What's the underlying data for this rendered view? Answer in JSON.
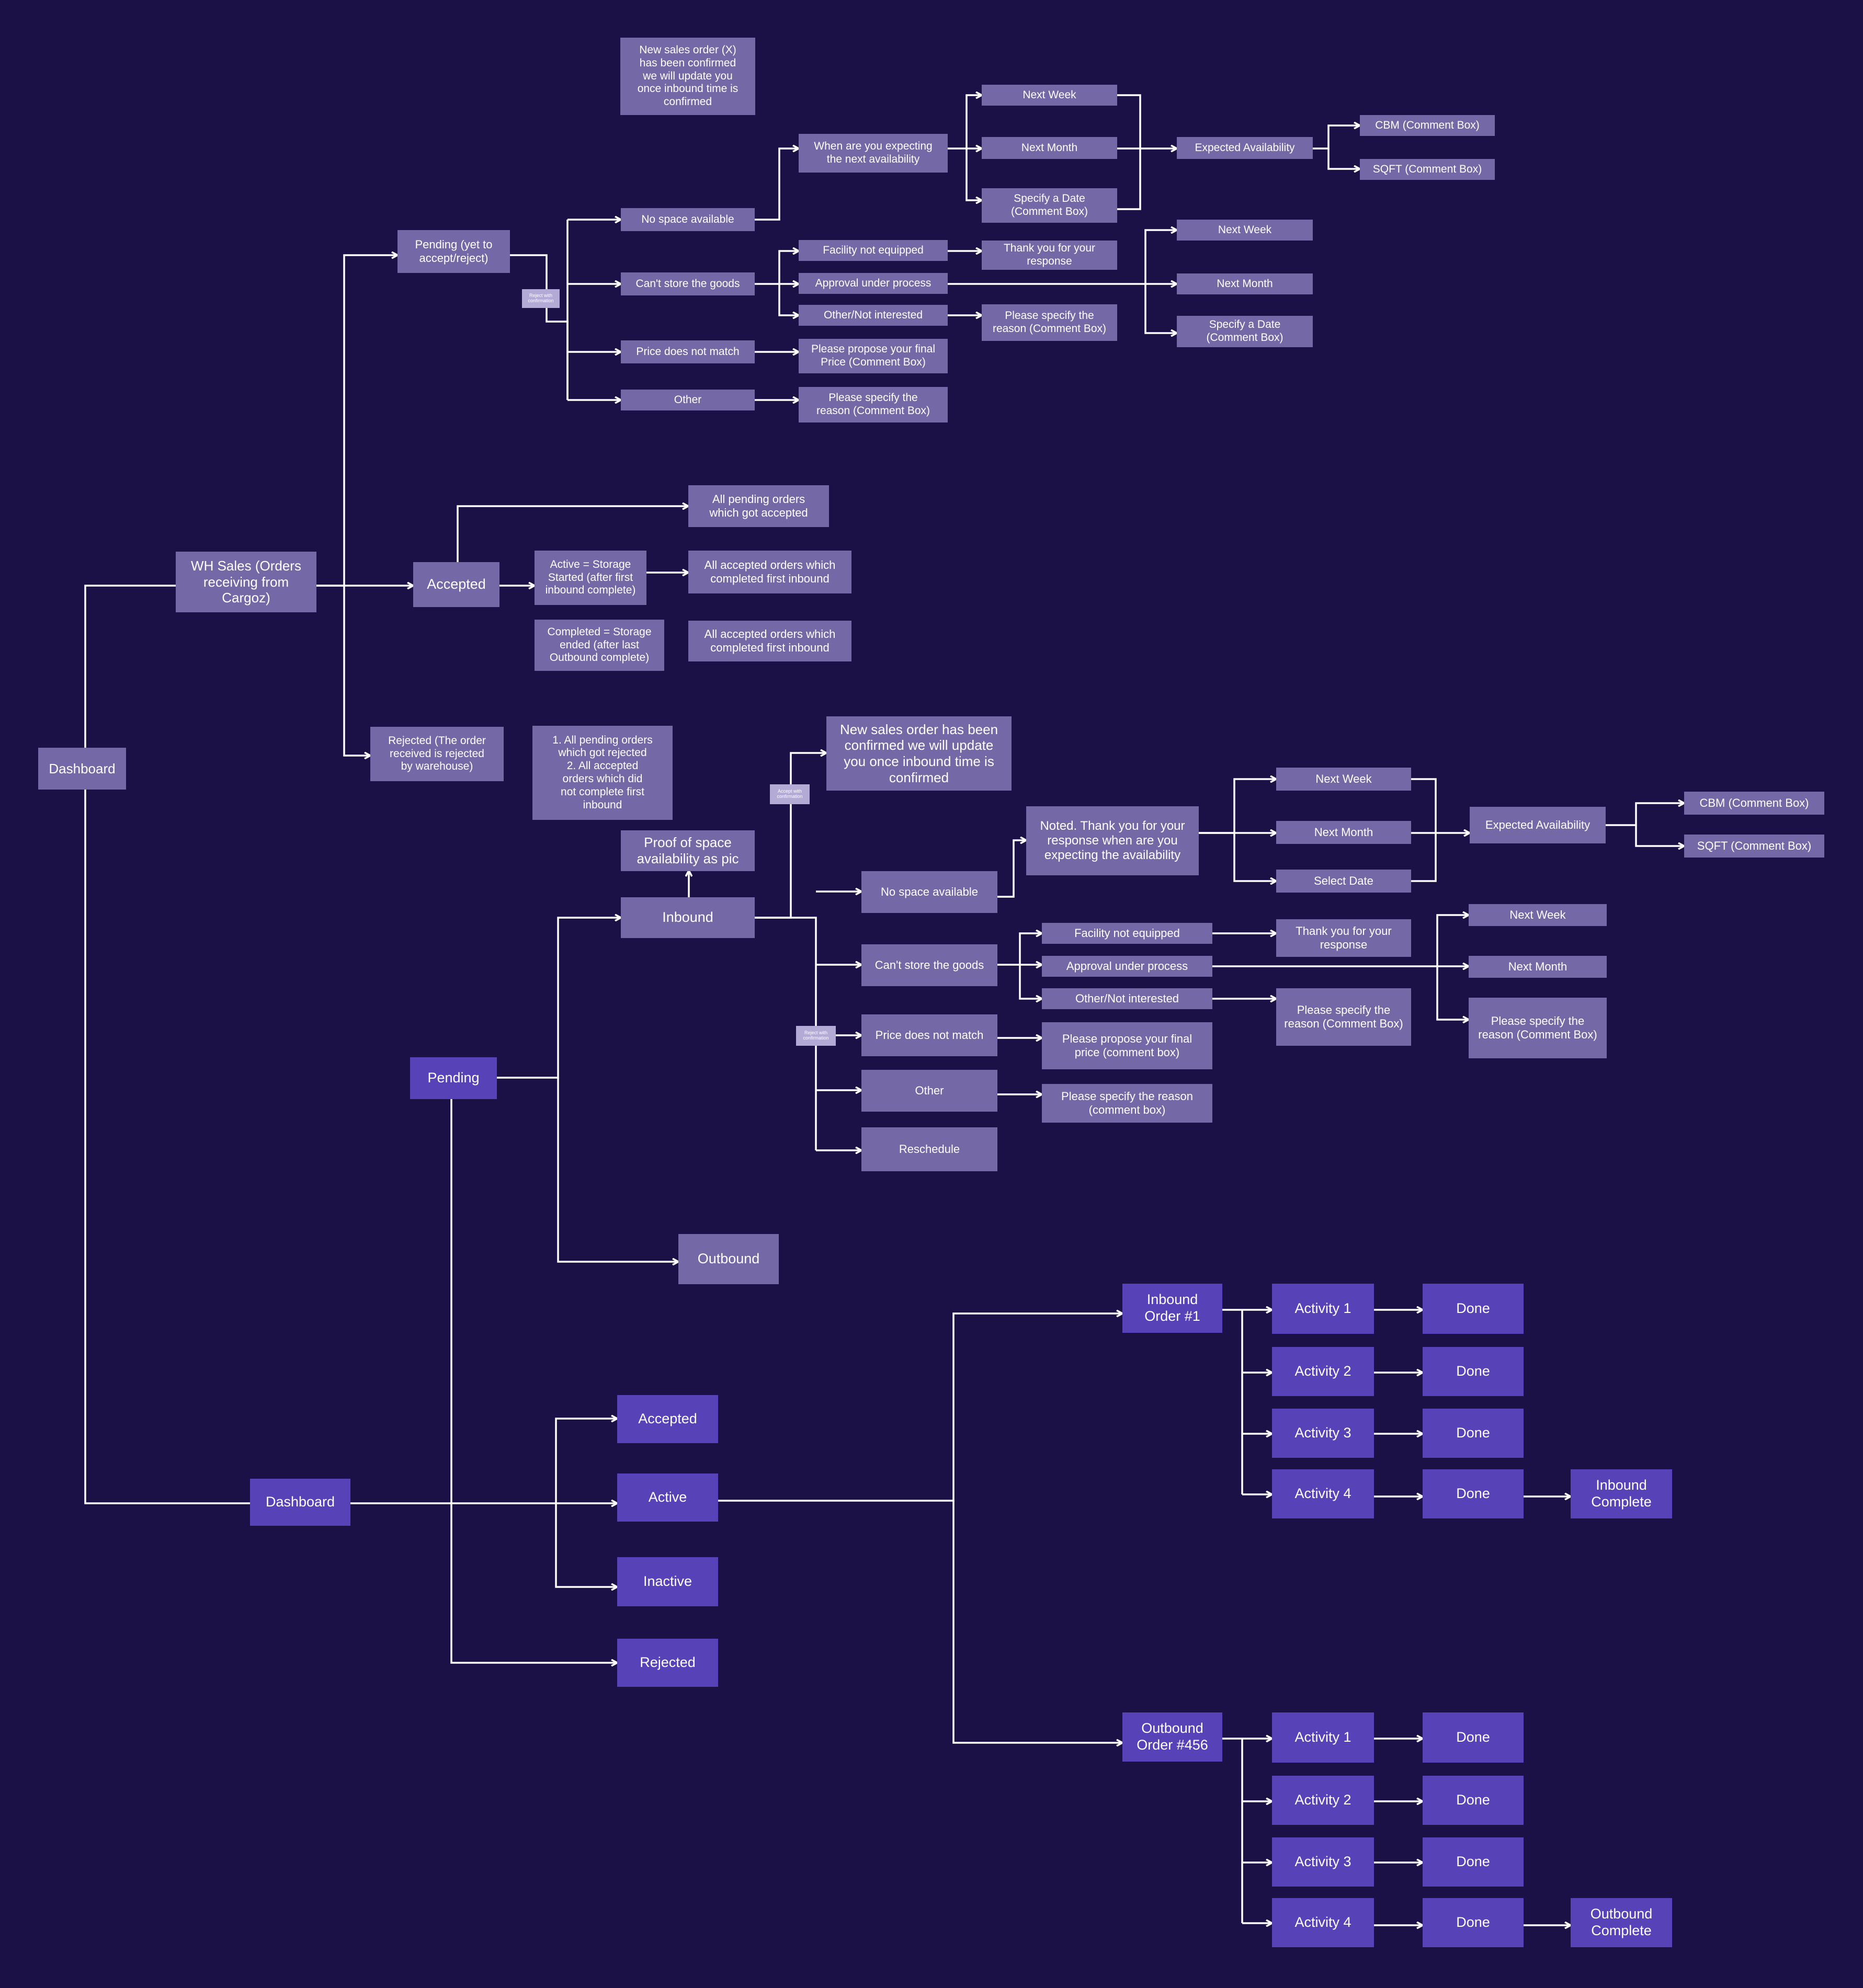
{
  "colors": {
    "background": "#1b1146",
    "node_grey": "#7468a6",
    "node_purple": "#5742b8",
    "tag": "#b3abd6",
    "connector": "#ffffff"
  },
  "nodes": {
    "dashboard_top": "Dashboard",
    "wh_sales": "WH Sales (Orders\nreceiving from\nCargoz)",
    "pending_yet": "Pending (yet to\naccept/reject)",
    "tag_reject_top": "Reject with\nconfirmation",
    "note_new_sales_order_x": "New sales order (X)\nhas been confirmed\nwe will update you\nonce inbound time is\nconfirmed",
    "p_no_space": "No space available",
    "p_cant_store": "Can't store the goods",
    "p_price": "Price does not match",
    "p_other": "Other",
    "p_when_expecting": "When are you expecting\nthe next availability",
    "p_next_week": "Next Week",
    "p_next_month": "Next Month",
    "p_specify_date": "Specify a Date\n(Comment Box)",
    "p_expected_avail": "Expected Availability",
    "p_cbm": "CBM (Comment Box)",
    "p_sqft": "SQFT (Comment Box)",
    "p_facility": "Facility not equipped",
    "p_approval": "Approval under process",
    "p_other_not_interested": "Other/Not interested",
    "p_thank_you": "Thank you for your\nresponse",
    "p_please_specify_reason": "Please specify the\nreason (Comment Box)",
    "p_next_week2": "Next Week",
    "p_next_month2": "Next Month",
    "p_specify_date2": "Specify a Date\n(Comment Box)",
    "p_propose_price": "Please propose your final\nPrice (Comment Box)",
    "p_other_reason": "Please specify the\nreason (Comment Box)",
    "accepted": "Accepted",
    "a_all_pending": "All pending orders\nwhich got accepted",
    "a_active": "Active = Storage\nStarted (after first\ninbound complete)",
    "a_active_desc": "All accepted orders which\ncompleted first inbound",
    "a_completed": "Completed = Storage\nended (after last\nOutbound complete)",
    "a_completed_desc": "All accepted orders which\ncompleted first inbound",
    "rejected_top": "Rejected (The order\nreceived is rejected\nby warehouse)",
    "rejected_note": "1. All pending orders\nwhich got rejected\n2. All accepted\norders which did\nnot complete first\ninbound",
    "pending": "Pending",
    "inbound": "Inbound",
    "outbound": "Outbound",
    "proof_space": "Proof of space\navailability as pic",
    "tag_accept": "Accept with\nconfirmation",
    "tag_reject_mid": "Reject with\nconfirmation",
    "note_new_sales_order": "New sales order has been\nconfirmed we will update\nyou once inbound time is\nconfirmed",
    "i_no_space": "No space available",
    "i_cant_store": "Can't store the goods",
    "i_price": "Price does not match",
    "i_other": "Other",
    "i_reschedule": "Reschedule",
    "i_noted": "Noted. Thank you for your\nresponse when are you\nexpecting the availability",
    "i_next_week": "Next Week",
    "i_next_month": "Next Month",
    "i_select_date": "Select Date",
    "i_expected_avail": "Expected Availability",
    "i_cbm": "CBM (Comment Box)",
    "i_sqft": "SQFT (Comment Box)",
    "i_facility": "Facility not equipped",
    "i_approval": "Approval under process",
    "i_other_not_interested": "Other/Not interested",
    "i_thank_you": "Thank you for your\nresponse",
    "i_please_specify_reason": "Please specify the\nreason (Comment Box)",
    "i_next_week2": "Next Week",
    "i_next_month2": "Next Month",
    "i_please_specify_reason2": "Please specify the\nreason (Comment Box)",
    "i_propose_price": "Please propose your final\nprice (comment box)",
    "i_other_reason": "Please specify the reason\n(comment box)",
    "dashboard_bottom": "Dashboard",
    "d_accepted": "Accepted",
    "d_active": "Active",
    "d_inactive": "Inactive",
    "d_rejected": "Rejected",
    "inbound_order": "Inbound\nOrder #1",
    "outbound_order": "Outbound\nOrder #456",
    "in_activity_1": "Activity 1",
    "in_activity_2": "Activity 2",
    "in_activity_3": "Activity 3",
    "in_activity_4": "Activity 4",
    "in_done_1": "Done",
    "in_done_2": "Done",
    "in_done_3": "Done",
    "in_done_4": "Done",
    "inbound_complete": "Inbound\nComplete",
    "out_activity_1": "Activity 1",
    "out_activity_2": "Activity 2",
    "out_activity_3": "Activity 3",
    "out_activity_4": "Activity 4",
    "out_done_1": "Done",
    "out_done_2": "Done",
    "out_done_3": "Done",
    "out_done_4": "Done",
    "outbound_complete": "Outbound\nComplete"
  }
}
